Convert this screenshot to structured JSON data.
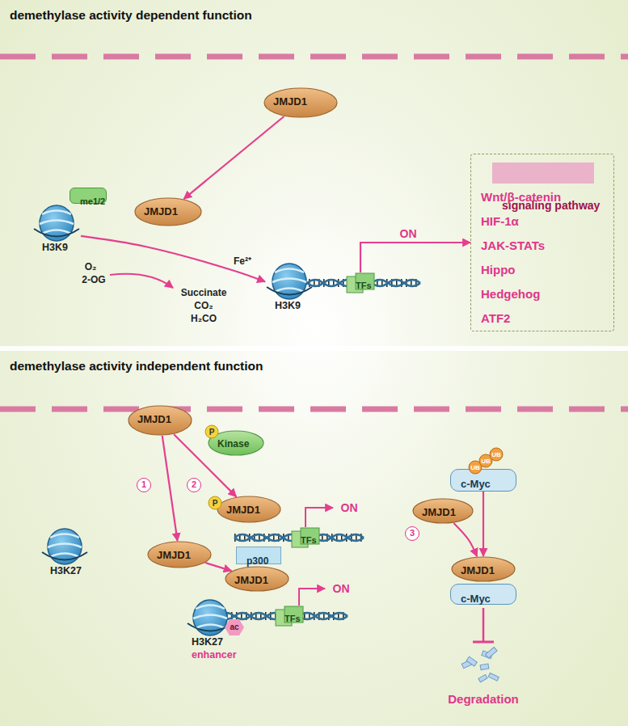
{
  "diagram": {
    "nodes": [
      {
        "text": [
          "demethylase activity dependent function"
        ]
      },
      {
        "text": [
          "JMJD1"
        ],
        "in": 0
      },
      {
        "text": [
          "H3K9"
        ],
        "in": 0
      },
      {
        "text": [
          "me1/2"
        ],
        "in": 0
      },
      {
        "text": [
          "JMJD1"
        ],
        "in": 0
      },
      {
        "text": [
          "H3K9"
        ],
        "in": 0
      },
      {
        "text": [
          "TFs"
        ],
        "in": 0
      },
      {
        "text": [
          "Wnt/β-catenin",
          "HIF-1α",
          "JAK-STATs",
          "Hippo",
          "Hedgehog",
          "ATF2"
        ],
        "in": 0
      },
      {
        "text": [
          "signaling pathway"
        ],
        "in": 7
      },
      {
        "text": [
          "demethylase activity independent function"
        ]
      },
      {
        "text": [
          "JMJD1"
        ],
        "in": 9
      },
      {
        "text": [
          "Kinase"
        ],
        "in": 9
      },
      {
        "text": [
          "H3K27"
        ],
        "in": 9
      },
      {
        "text": [
          "JMJD1"
        ],
        "in": 9
      },
      {
        "text": [
          "p300"
        ],
        "in": 9
      },
      {
        "text": [
          "JMJD1"
        ],
        "in": 9
      },
      {
        "text": [
          "H3K27",
          "enhancer"
        ],
        "in": 9
      },
      {
        "text": [
          "TFs"
        ],
        "in": 9
      },
      {
        "text": [
          "JMJD1"
        ],
        "in": 9
      },
      {
        "text": [
          "TFs"
        ],
        "in": 9
      },
      {
        "text": [
          "c-Myc"
        ],
        "in": 9
      },
      {
        "text": [
          "JMJD1"
        ],
        "in": 9
      },
      {
        "text": [
          "JMJD1"
        ],
        "in": 9
      },
      {
        "text": [
          "c-Myc"
        ],
        "in": 9
      }
    ],
    "edges": [
      {
        "from": 1,
        "to": 4,
        "arrow": "to"
      },
      {
        "from": 2,
        "to": 5,
        "arrow": "to"
      },
      {
        "from": 6,
        "to": 7,
        "label": "ON",
        "arrow": "to"
      },
      {
        "from": 10,
        "to": 13,
        "arrow": "to"
      },
      {
        "from": 13,
        "to": 15,
        "arrow": "to"
      },
      {
        "from": 10,
        "to": 18,
        "arrow": "to"
      },
      {
        "from": 20,
        "to": 22,
        "arrow": "to"
      },
      {
        "from": 21,
        "to": 22,
        "arrow": "to"
      }
    ],
    "labels": [
      "O₂",
      "2-OG",
      "Fe²⁺",
      "Succinate",
      "CO₂",
      "H₂CO",
      "P",
      "1",
      "2",
      "3",
      "P",
      "ON",
      "ac",
      "ON",
      "UB",
      "UB",
      "UB",
      "Degradation"
    ]
  }
}
